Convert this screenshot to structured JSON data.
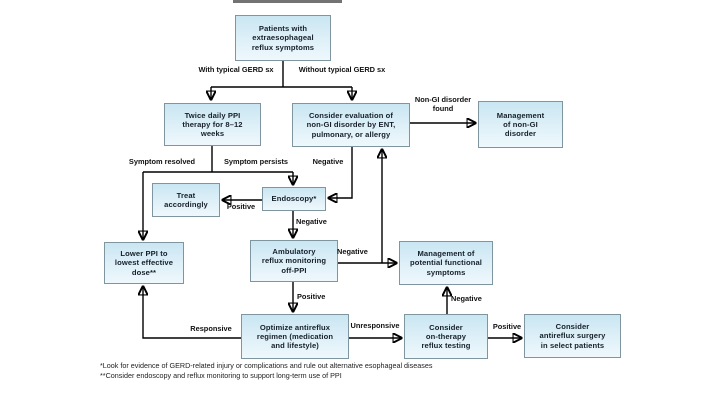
{
  "nodes": {
    "patients": "Patients with\nextraesophageal\nreflux symptoms",
    "twice_daily": "Twice daily PPI\ntherapy for 8–12\nweeks",
    "consider_eval": "Consider evaluation of\nnon-GI disorder by ENT,\npulmonary, or allergy",
    "mgmt_nongi": "Management\nof non-GI\ndisorder",
    "treat": "Treat\naccordingly",
    "endoscopy": "Endoscopy*",
    "lower_ppi": "Lower PPI to\nlowest effective\ndose**",
    "ambulatory": "Ambulatory\nreflux monitoring\noff-PPI",
    "mgmt_functional": "Management of\npotential functional\nsymptoms",
    "optimize": "Optimize antireflux\nregimen (medication\nand lifestyle)",
    "on_therapy": "Consider\non-therapy\nreflux testing",
    "surgery": "Consider\nantireflux surgery\nin select patients"
  },
  "edge_labels": {
    "with_gerd": "With typical GERD sx",
    "without_gerd": "Without typical GERD sx",
    "symptom_resolved": "Symptom resolved",
    "symptom_persists": "Symptom persists",
    "positive_endoscopy": "Positive",
    "negative_eval_to_endoscopy": "Negative",
    "negative_endoscopy_down": "Negative",
    "negative_ambulatory": "Negative",
    "positive_ambulatory": "Positive",
    "non_gi_found": "Non-GI disorder\nfound",
    "responsive": "Responsive",
    "unresponsive": "Unresponsive",
    "negative_on_therapy": "Negative",
    "positive_on_therapy": "Positive"
  },
  "footnotes": [
    "*Look for evidence of GERD-related injury or complications and rule out alternative esophageal diseases",
    "**Consider endoscopy and reflux monitoring to support long-term use of PPI",
    ""
  ],
  "colors": {
    "node_fill_top": "#c9e6f2",
    "node_fill_bottom": "#eef8fc",
    "node_border": "#7f959f",
    "arrow": "#000000",
    "text": "#16202b"
  }
}
